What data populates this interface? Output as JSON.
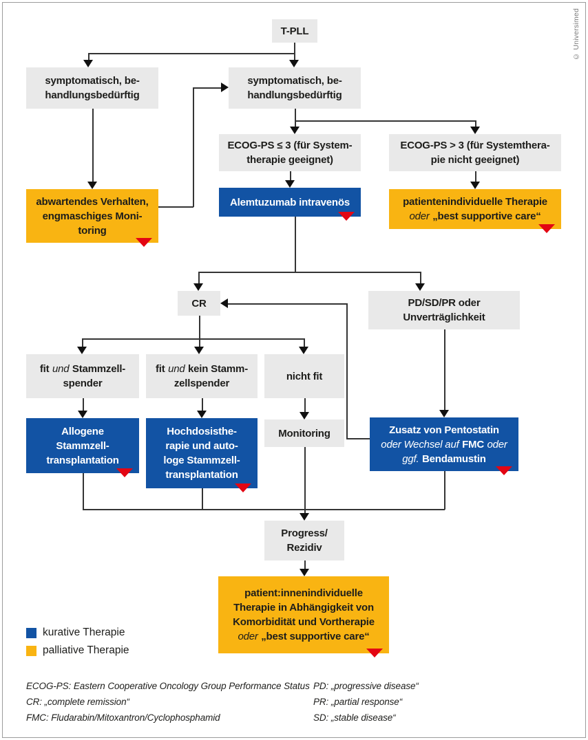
{
  "copyright": "© Universimed",
  "colors": {
    "curative_blue": "#1253a4",
    "palliative_orange": "#f9b412",
    "node_gray": "#e9e9e9",
    "marker_red": "#e30613",
    "line_black": "#343434"
  },
  "nodes": {
    "tpll": {
      "label": "T-PLL"
    },
    "left_status": {
      "lines": [
        "symptomatisch, be-",
        "handlungsbedürftig"
      ]
    },
    "right_status": {
      "lines": [
        "symptomatisch, be-",
        "handlungsbedürftig"
      ]
    },
    "watch_wait": {
      "lines": [
        "abwartendes Verhalten,",
        "engmaschiges Moni-",
        "toring"
      ]
    },
    "ecog_fit": {
      "lines": [
        "ECOG-PS ≤ 3 (für System-",
        "therapie geeignet)"
      ]
    },
    "ecog_unfit": {
      "lines": [
        "ECOG-PS > 3 (für Systemthera-",
        "pie nicht geeignet)"
      ]
    },
    "alemtuzumab": {
      "label": "Alemtuzumab intravenös"
    },
    "individual_therapy": {
      "line1": "patientenindividuelle Therapie",
      "oder": "oder",
      "bsc": "„best supportive care“"
    },
    "cr": {
      "label": "CR"
    },
    "pd_sd_pr": {
      "lines": [
        "PD/SD/PR oder",
        "Unverträglichkeit"
      ]
    },
    "fit_donor": {
      "fit": "fit",
      "und": "und",
      "rest": "Stammzell-",
      "line2": "spender"
    },
    "fit_no_donor": {
      "fit": "fit",
      "und": "und",
      "rest": "kein Stamm-",
      "line2": "zellspender"
    },
    "not_fit": {
      "label": "nicht fit"
    },
    "allo_sct": {
      "lines": [
        "Allogene",
        "Stammzell-",
        "transplantation"
      ]
    },
    "hd_auto_sct": {
      "lines": [
        "Hochdosisthe-",
        "rapie und auto-",
        "loge Stammzell-",
        "transplantation"
      ]
    },
    "monitoring": {
      "label": "Monitoring"
    },
    "pentostatin": {
      "line1": "Zusatz von Pentostatin",
      "l2a": "oder Wechsel auf",
      "l2b": "FMC",
      "l2c": "oder",
      "l3a": "ggf.",
      "l3b": "Bendamustin"
    },
    "progress": {
      "lines": [
        "Progress/",
        "Rezidiv"
      ]
    },
    "final_therapy": {
      "lines": [
        "patient:innenindividuelle",
        "Therapie in Abhängigkeit von",
        "Komorbidität und Vortherapie"
      ],
      "oder": "oder",
      "bsc": "„best supportive care“"
    }
  },
  "legend": {
    "items": [
      {
        "color": "#1253a4",
        "label": "kurative Therapie"
      },
      {
        "color": "#f9b412",
        "label": "palliative Therapie"
      }
    ]
  },
  "footnotes": {
    "left": [
      "ECOG-PS: Eastern Cooperative Oncology Group Performance Status",
      "CR: „complete remission“",
      "FMC: Fludarabin/Mitoxantron/Cyclophosphamid"
    ],
    "right": [
      "PD: „progressive disease“",
      "PR: „partial response“",
      "SD: „stable disease“"
    ]
  }
}
